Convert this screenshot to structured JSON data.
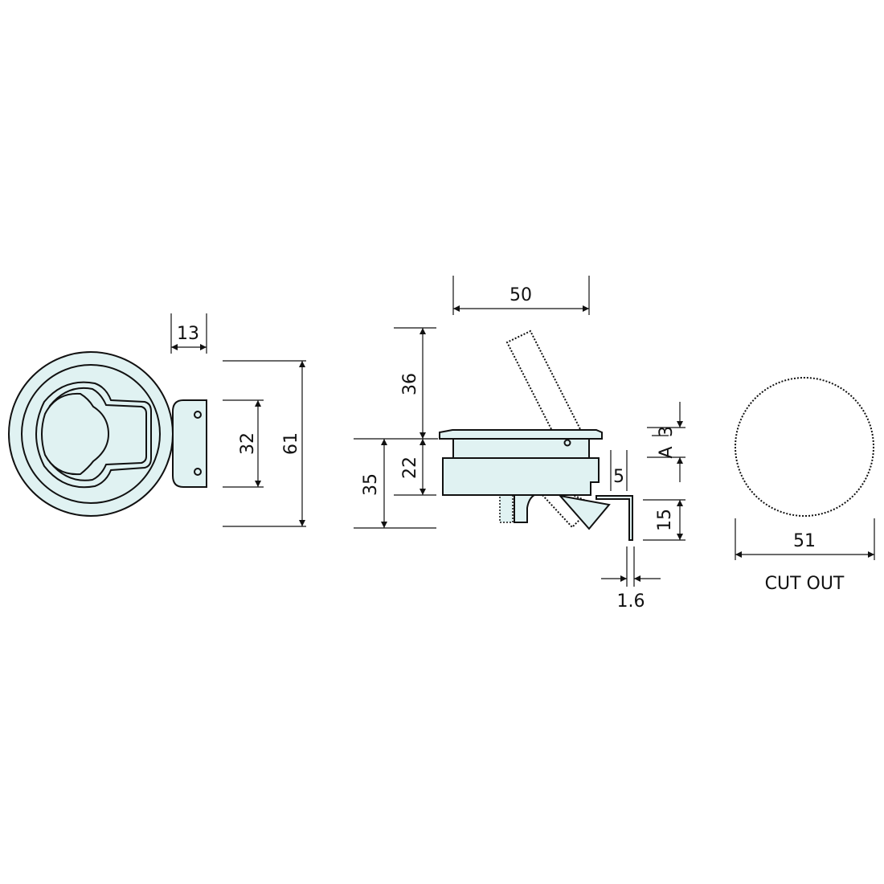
{
  "colors": {
    "fill": "#e0f2f2",
    "line": "#111111"
  },
  "front_view": {
    "dim_width": "13",
    "dim_bracket": "32",
    "dim_diameter": "61"
  },
  "side_view": {
    "dim_width": "50",
    "dim_handle": "36",
    "dim_body": "22",
    "dim_depth": "35",
    "dim_a_label": "A",
    "dim_a_value": "3",
    "dim_notch": "5",
    "dim_strike": "15",
    "dim_thickness": "1.6"
  },
  "cutout": {
    "dim_diameter": "51",
    "label": "CUT OUT"
  }
}
